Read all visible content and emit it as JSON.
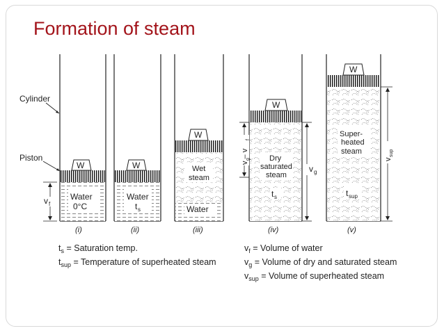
{
  "slide": {
    "title": "Formation of steam"
  },
  "diagram": {
    "labels": {
      "cylinder": "Cylinder",
      "piston": "Piston",
      "weight": "W",
      "water": "Water",
      "water_temp": "0°C",
      "ts_symbol": "t",
      "ts_sub": "s",
      "wet_steam_line1": "Wet",
      "wet_steam_line2": "steam",
      "dry_line1": "Dry",
      "dry_line2": "saturated",
      "dry_line3": "steam",
      "super_line1": "Super-",
      "super_line2": "heated",
      "super_line3": "steam",
      "tsup_symbol": "t",
      "tsup_sub": "sup",
      "vf": "v",
      "vf_sub": "f",
      "vg": "v",
      "vg_sub": "g",
      "vg_minus_vf": "v  – v",
      "vsup": "v",
      "vsup_sub": "sup"
    },
    "stages": [
      "(i)",
      "(ii)",
      "(iii)",
      "(iv)",
      "(v)"
    ]
  },
  "legend_left": [
    {
      "symbol": "t",
      "sub": "s",
      "text": " = Saturation temp."
    },
    {
      "symbol": "t",
      "sub": "sup",
      "text": " = Temperature of superheated steam"
    }
  ],
  "legend_right": [
    {
      "symbol": "v",
      "sub": "f",
      "text": " = Volume of water"
    },
    {
      "symbol": "v",
      "sub": "g",
      "text": " = Volume of dry and saturated steam"
    },
    {
      "symbol": "v",
      "sub": "sup",
      "text": " = Volume of superheated steam"
    }
  ]
}
